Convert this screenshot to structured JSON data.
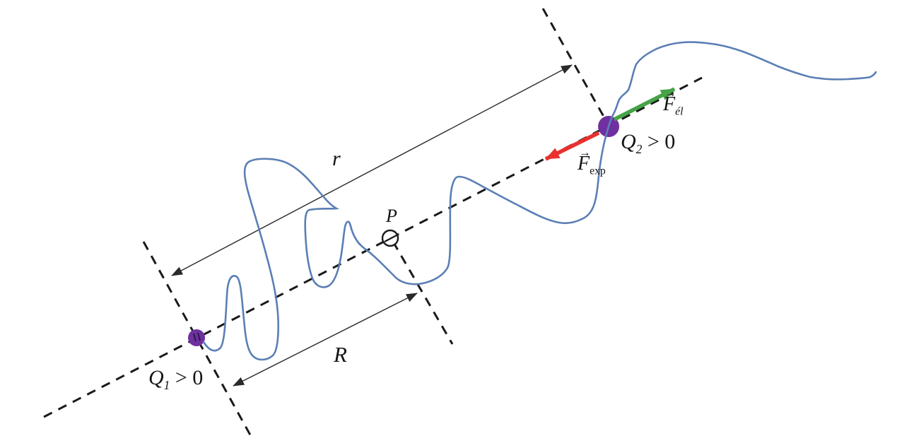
{
  "figure": {
    "background": "#ffffff",
    "colors": {
      "charge_fill": "#7030a0",
      "force_exp": "#e8312e",
      "force_el": "#46a346",
      "curve": "#5b7fb5",
      "line": "#1a1a1a",
      "measure": "#2a2a2a",
      "charge_mark": "#241b46"
    },
    "charge1": {
      "base": "Q",
      "sub": "1",
      "rest": " > 0"
    },
    "charge2": {
      "base": "Q",
      "sub": "2",
      "rest": " > 0"
    },
    "point_p": {
      "label": "P"
    },
    "measure_r": {
      "label": "r"
    },
    "measure_R": {
      "label": "R"
    },
    "force_exp": {
      "vector": "→",
      "base": "F",
      "sub": "exp"
    },
    "force_el": {
      "vector": "→",
      "base": "F",
      "sub": "él"
    }
  }
}
